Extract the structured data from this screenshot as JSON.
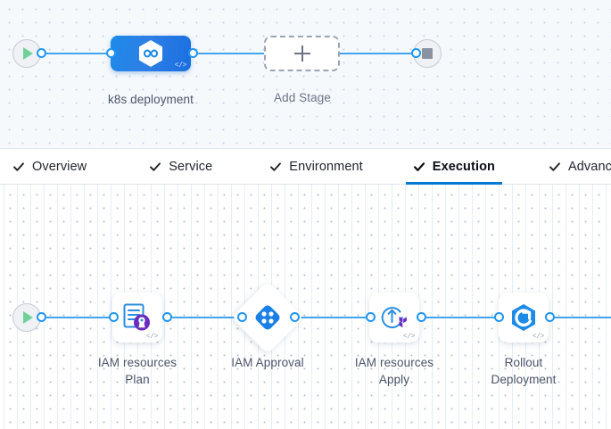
{
  "stage_canvas": {
    "start_node": {
      "icon": "play-icon"
    },
    "end_node": {
      "icon": "stop-icon"
    },
    "stage": {
      "label": "k8s deployment",
      "icon": "harness-cd-icon",
      "code_badge": "</>"
    },
    "add_stage": {
      "label": "Add Stage",
      "icon": "plus-icon"
    }
  },
  "tabs": [
    {
      "label": "Overview",
      "checked": true,
      "active": false
    },
    {
      "label": "Service",
      "checked": true,
      "active": false
    },
    {
      "label": "Environment",
      "checked": true,
      "active": false
    },
    {
      "label": "Execution",
      "checked": true,
      "active": true
    },
    {
      "label": "Advanced",
      "checked": true,
      "active": false
    }
  ],
  "execution_canvas": {
    "start_node": {
      "icon": "play-icon"
    },
    "steps": [
      {
        "label": "IAM resources\nPlan",
        "icon": "terraform-plan-icon",
        "code_badge": "</>",
        "shape": "card"
      },
      {
        "label": "IAM Approval",
        "icon": "approval-icon",
        "code_badge": "",
        "shape": "diamond"
      },
      {
        "label": "IAM resources\nApply",
        "icon": "terraform-apply-icon",
        "code_badge": "</>",
        "shape": "card"
      },
      {
        "label": "Rollout\nDeployment",
        "icon": "rollout-deploy-icon",
        "code_badge": "</>",
        "shape": "card"
      }
    ]
  },
  "colors": {
    "connector_blue": "#40a5f0",
    "port_blue": "#2196f3",
    "active_tab_underline": "#0278d5",
    "stage_blue": "#1d8ae8",
    "play_green": "#6fd19a",
    "terraform_purple": "#5c2fbe",
    "canvas_top_bg": "#f6f9fc",
    "canvas_bottom_bg": "#ffffff"
  }
}
